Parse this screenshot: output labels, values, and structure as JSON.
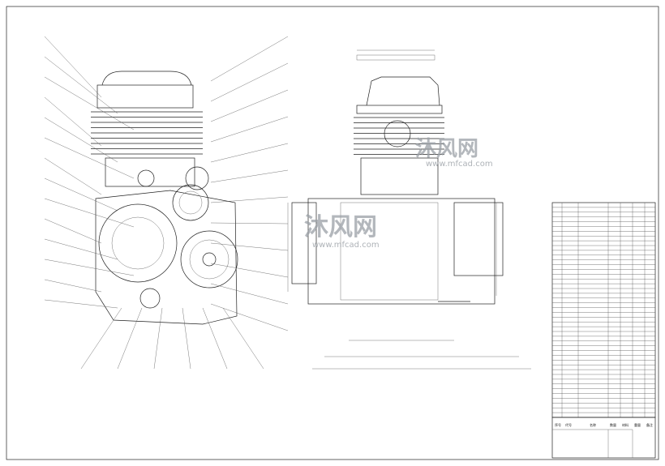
{
  "drawing": {
    "watermark": {
      "brand": "沐风网",
      "url": "www.mfcad.com",
      "color": "#9aa0a6"
    },
    "line_color": "#222222",
    "parts_list": {
      "headers": [
        "序号",
        "代号",
        "名称",
        "数量",
        "材料",
        "重量",
        "备注"
      ],
      "row_count": 44
    }
  }
}
